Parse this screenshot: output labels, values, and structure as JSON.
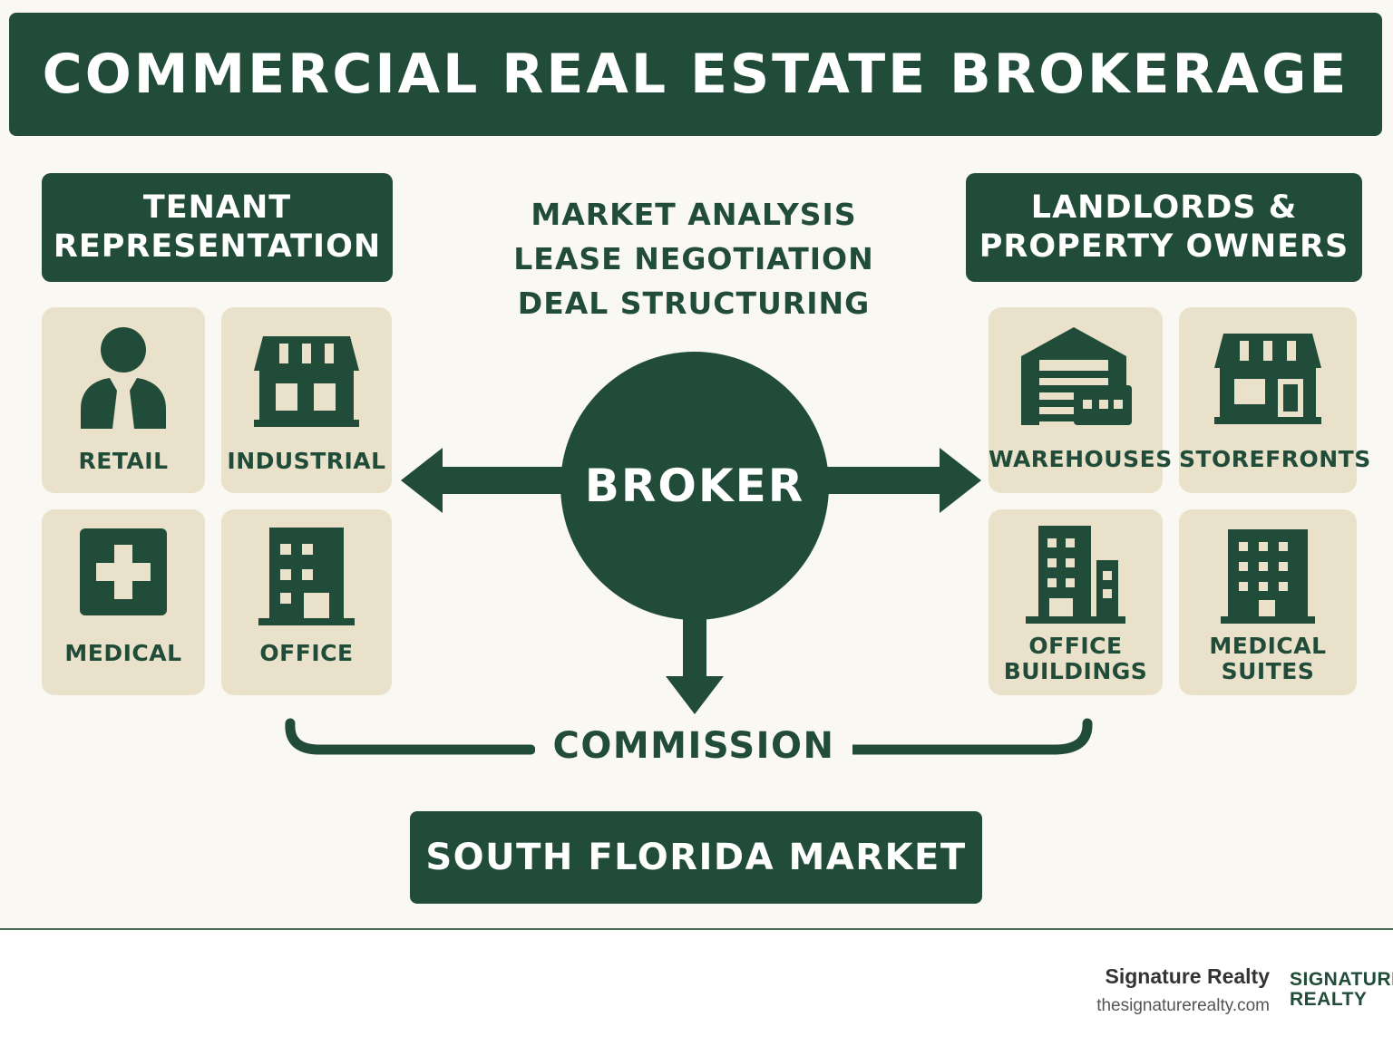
{
  "title": "COMMERCIAL REAL ESTATE BROKERAGE",
  "left_panel": {
    "title_line1": "TENANT",
    "title_line2": "REPRESENTATION",
    "tiles": [
      {
        "label": "RETAIL",
        "icon": "person-icon"
      },
      {
        "label": "INDUSTRIAL",
        "icon": "storefront-icon"
      },
      {
        "label": "MEDICAL",
        "icon": "medical-cross-icon"
      },
      {
        "label": "OFFICE",
        "icon": "office-building-icon"
      }
    ]
  },
  "services": [
    "MARKET ANALYSIS",
    "LEASE NEGOTIATION",
    "DEAL STRUCTURING"
  ],
  "center": {
    "label": "BROKER"
  },
  "right_panel": {
    "title_line1": "LANDLORDS &",
    "title_line2": "PROPERTY OWNERS",
    "tiles": [
      {
        "label_line1": "WAREHOUSES",
        "label_line2": "",
        "icon": "warehouse-icon"
      },
      {
        "label_line1": "STOREFRONTS",
        "label_line2": "",
        "icon": "storefront-icon"
      },
      {
        "label_line1": "OFFICE",
        "label_line2": "BUILDINGS",
        "icon": "office-buildings-icon"
      },
      {
        "label_line1": "MEDICAL",
        "label_line2": "SUITES",
        "icon": "medical-suites-icon"
      }
    ]
  },
  "commission": "COMMISSION",
  "market": "SOUTH FLORIDA MARKET",
  "footer": {
    "brand_name": "Signature Realty",
    "brand_url": "thesignaturerealty.com",
    "logo_line1": "SIGNATURE",
    "logo_line2": "REALTY"
  },
  "colors": {
    "primary": "#214c39",
    "tile": "#e9e1c9",
    "background": "#faf8f2"
  }
}
